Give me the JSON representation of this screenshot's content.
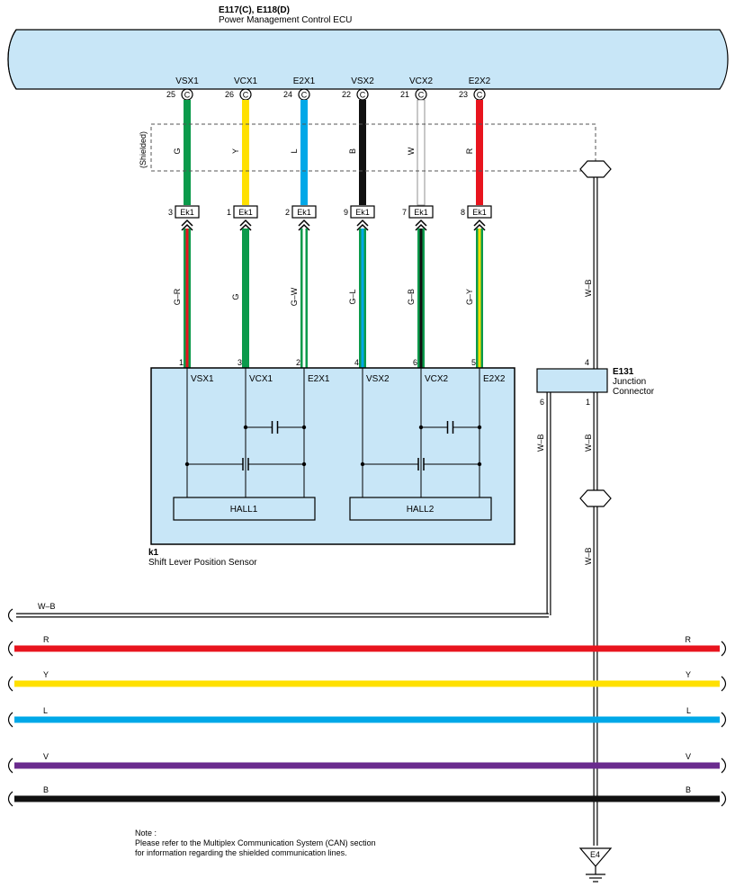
{
  "ecu": {
    "title": "E117(C), E118(D)",
    "subtitle": "Power Management Control ECU",
    "connector_letter": "C",
    "pins": [
      {
        "name": "VSX1",
        "pin": "25",
        "wire_color_code": "G",
        "color": "#0b9a4b"
      },
      {
        "name": "VCX1",
        "pin": "26",
        "wire_color_code": "Y",
        "color": "#ffe000"
      },
      {
        "name": "E2X1",
        "pin": "24",
        "wire_color_code": "L",
        "color": "#00a8e8"
      },
      {
        "name": "VSX2",
        "pin": "22",
        "wire_color_code": "B",
        "color": "#111111"
      },
      {
        "name": "VCX2",
        "pin": "21",
        "wire_color_code": "W",
        "color": "#ffffff"
      },
      {
        "name": "E2X2",
        "pin": "23",
        "wire_color_code": "R",
        "color": "#e8141e"
      }
    ]
  },
  "shielded_label": "(Shielded)",
  "connector_ek1": {
    "label": "Ek1",
    "pins": [
      "3",
      "1",
      "2",
      "9",
      "7",
      "8"
    ]
  },
  "lower_wires": [
    {
      "code": "G–R",
      "colors": [
        "#0b9a4b",
        "#e8141e"
      ]
    },
    {
      "code": "G",
      "colors": [
        "#0b9a4b",
        "#0b9a4b"
      ]
    },
    {
      "code": "G–W",
      "colors": [
        "#0b9a4b",
        "#ffffff"
      ]
    },
    {
      "code": "G–L",
      "colors": [
        "#0b9a4b",
        "#00a8e8"
      ]
    },
    {
      "code": "G–B",
      "colors": [
        "#0b9a4b",
        "#111111"
      ]
    },
    {
      "code": "G–Y",
      "colors": [
        "#0b9a4b",
        "#ffe000"
      ]
    }
  ],
  "sensor": {
    "id": "k1",
    "name": "Shift Lever Position Sensor",
    "pins": [
      {
        "pin": "1",
        "name": "VSX1"
      },
      {
        "pin": "3",
        "name": "VCX1"
      },
      {
        "pin": "2",
        "name": "E2X1"
      },
      {
        "pin": "4",
        "name": "VSX2"
      },
      {
        "pin": "6",
        "name": "VCX2"
      },
      {
        "pin": "5",
        "name": "E2X2"
      }
    ],
    "hall1": "HALL1",
    "hall2": "HALL2"
  },
  "junction": {
    "id": "E131",
    "name_line1": "Junction",
    "name_line2": "Connector",
    "pin_top": "4",
    "pin_left": "6",
    "pin_right": "1"
  },
  "shield_wire_code": "W–B",
  "ground": {
    "label": "E4"
  },
  "bus_lines": [
    {
      "code": "W–B",
      "color": "#ffffff",
      "right_label": ""
    },
    {
      "code": "R",
      "color": "#e8141e",
      "right_label": "R"
    },
    {
      "code": "Y",
      "color": "#ffe000",
      "right_label": "Y"
    },
    {
      "code": "L",
      "color": "#00a8e8",
      "right_label": "L"
    },
    {
      "code": "V",
      "color": "#6a2b8e",
      "right_label": "V"
    },
    {
      "code": "B",
      "color": "#111111",
      "right_label": "B"
    }
  ],
  "note": {
    "line1": "Note :",
    "line2": "Please refer to the Multiplex Communication System (CAN) section",
    "line3": "for information regarding the shielded communication lines."
  },
  "colors": {
    "component_fill": "#c8e6f7",
    "outline": "#000000"
  }
}
